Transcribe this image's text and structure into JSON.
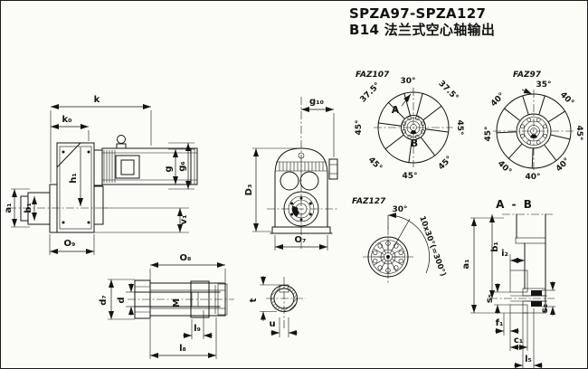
{
  "title": {
    "line1": "SPZA97-SPZA127",
    "line2": "B14 法兰式空心轴输出"
  },
  "side_view": {
    "k": "k",
    "k0": "k₀",
    "g": "g",
    "g6": "g₆",
    "h1": "h₁",
    "a1": "a₁",
    "b1": "b₁",
    "v1": "v₁",
    "o9": "O₉"
  },
  "front_view": {
    "g10": "g₁₀",
    "d3": "D₃",
    "o7": "O₇"
  },
  "faz107": {
    "label": "FAZ107",
    "marks": {
      "a": "A",
      "b": "B"
    },
    "angles": {
      "top": "30°",
      "top_right": "37.5°",
      "right": "45°",
      "bottom_right": "45°",
      "bottom": "45°",
      "bottom_left": "45°",
      "left": "45°",
      "top_left": "37.5°"
    }
  },
  "faz97": {
    "label": "FAZ97",
    "angles": {
      "top": "35°",
      "top_right": "40°",
      "right": "45°",
      "bottom_right": "40°",
      "bottom": "40°",
      "bottom_left": "40°",
      "left": "45°",
      "top_left": "40°"
    }
  },
  "faz127": {
    "label": "FAZ127",
    "angle_top": "30°",
    "arc_note": "10x30°(=300°)"
  },
  "section_ab": {
    "title": "A - B",
    "a1": "a₁",
    "b1": "b₁",
    "i2": "i₂",
    "s5": "s₅",
    "s2": "s₂",
    "f1": "f₁",
    "c1": "c₁",
    "l5": "l₅"
  },
  "shaft_view": {
    "o8": "O₈",
    "d7": "d₇",
    "d": "d",
    "m": "M",
    "l9": "l₉",
    "l8": "l₈"
  },
  "cross_section": {
    "t": "t",
    "u": "u"
  },
  "colors": {
    "ink": "#141414",
    "paper": "#fbfbf7"
  }
}
